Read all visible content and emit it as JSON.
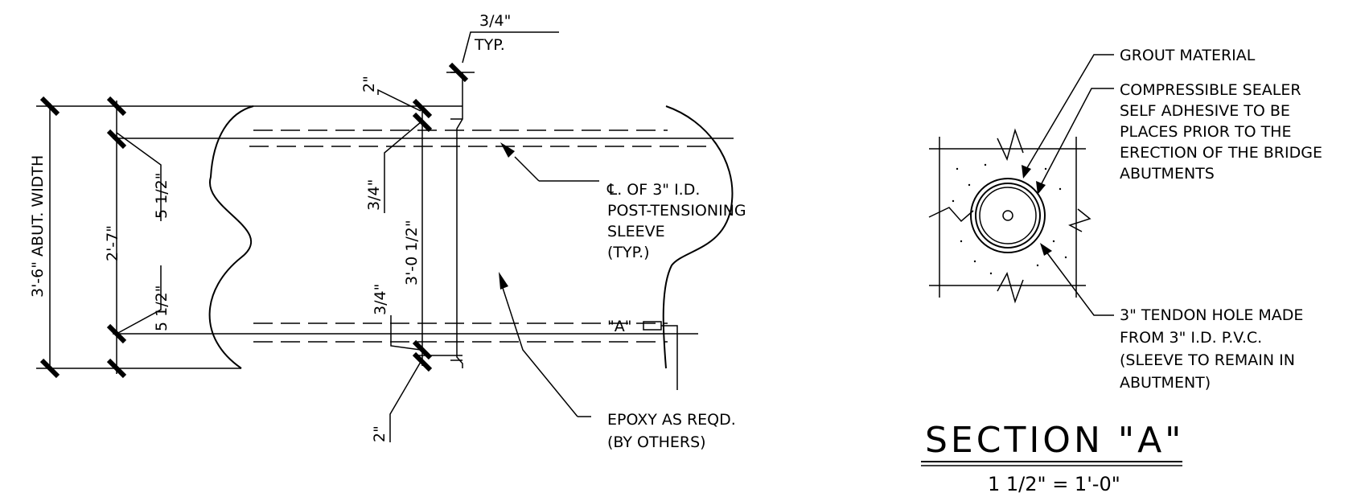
{
  "dims": {
    "abut_width": "3'-6\" ABUT. WIDTH",
    "inner": "2'-7\"",
    "upper_half": "5 1/2\"",
    "lower_half": "5 1/2\"",
    "clear": "3'-0 1/2\"",
    "top_edge": "2\"",
    "bottom_edge": "2\"",
    "top_gap": "3/4\"",
    "bottom_gap": "3/4\"",
    "typ_gap": "3/4\"",
    "typ_note": "TYP."
  },
  "notes": {
    "cl_line1": "℄. OF 3\" I.D.",
    "cl_line2": "POST-TENSIONING",
    "cl_line3": "SLEEVE",
    "cl_line4": "(TYP.)",
    "section_marker": "\"A\"",
    "epoxy_line1": "EPOXY AS REQD.",
    "epoxy_line2": "(BY OTHERS)"
  },
  "section": {
    "grout": "GROUT MATERIAL",
    "sealer_line1": "COMPRESSIBLE SEALER",
    "sealer_line2": "SELF ADHESIVE TO BE",
    "sealer_line3": "PLACES PRIOR TO THE",
    "sealer_line4": "ERECTION OF THE BRIDGE",
    "sealer_line5": "ABUTMENTS",
    "tendon_line1": "3\" TENDON HOLE MADE",
    "tendon_line2": "FROM 3\" I.D. P.V.C.",
    "tendon_line3": "(SLEEVE TO REMAIN IN",
    "tendon_line4": "ABUTMENT)",
    "title": "SECTION \"A\"",
    "scale": "1 1/2\" = 1'-0\""
  }
}
